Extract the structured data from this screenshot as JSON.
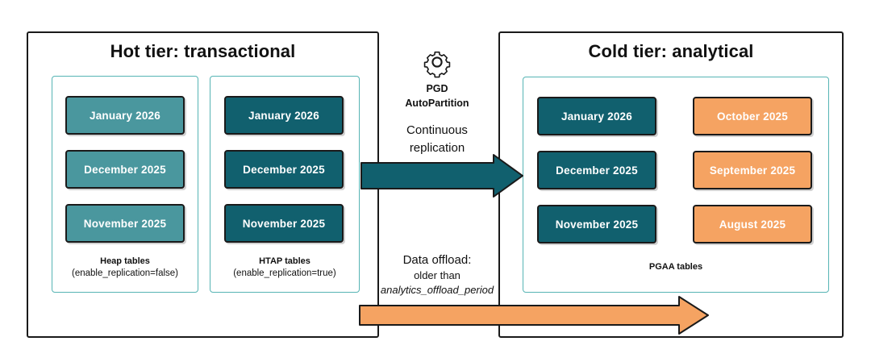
{
  "diagram": {
    "title_hot": "Hot tier: transactional",
    "title_cold": "Cold tier: analytical"
  },
  "hot_tier": {
    "title": "Hot tier: transactional",
    "groups": [
      {
        "id": "heap",
        "caption_title": "Heap tables",
        "caption_sub": "(enable_replication=false)",
        "color": "#4a979e",
        "partitions": [
          "January 2026",
          "December 2025",
          "November 2025"
        ]
      },
      {
        "id": "htap",
        "caption_title": "HTAP tables",
        "caption_sub": "(enable_replication=true)",
        "color": "#11606e",
        "partitions": [
          "January 2026",
          "December 2025",
          "November 2025"
        ]
      }
    ]
  },
  "cold_tier": {
    "title": "Cold tier: analytical",
    "group": {
      "id": "pgaa",
      "caption_title": "PGAA tables",
      "column_replicated": {
        "color": "#11606e",
        "partitions": [
          "January 2026",
          "December 2025",
          "November 2025"
        ]
      },
      "column_offloaded": {
        "color": "#f5a362",
        "partitions": [
          "October 2025",
          "September 2025",
          "August 2025"
        ]
      }
    }
  },
  "middle": {
    "gear_icon": "gear-icon",
    "pgd_line1": "PGD",
    "pgd_line2": "AutoPartition",
    "replication_line1": "Continuous",
    "replication_line2": "replication",
    "offload_line1": "Data offload:",
    "offload_line2": "older than",
    "offload_line3": "analytics_offload_period"
  },
  "arrows": {
    "replication": {
      "name": "continuous-replication-arrow",
      "color": "#11606e",
      "direction": "right"
    },
    "offload": {
      "name": "data-offload-arrow",
      "color": "#f5a362",
      "direction": "right"
    }
  },
  "colors": {
    "teal_light": "#4a979e",
    "teal_dark": "#11606e",
    "orange": "#f5a362",
    "group_border": "#56b4b4",
    "panel_border": "#1a1a1a",
    "background": "#ffffff"
  }
}
